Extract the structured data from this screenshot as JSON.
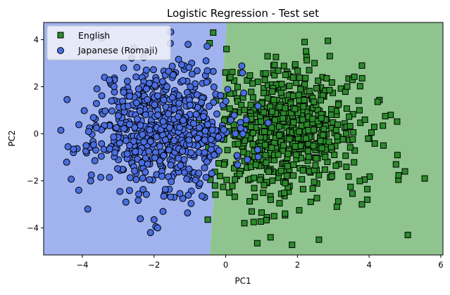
{
  "chart_data": {
    "type": "scatter",
    "title": "Logistic Regression - Test set",
    "xlabel": "PC1",
    "ylabel": "PC2",
    "xlim": [
      -5.08,
      6.06
    ],
    "ylim": [
      -5.15,
      4.73
    ],
    "xticks": [
      -4,
      -2,
      0,
      2,
      4,
      6
    ],
    "yticks": [
      -4,
      -2,
      0,
      2,
      4
    ],
    "grid": false,
    "legend_position": "top-left",
    "decision_boundary": {
      "x_at_top": 0.03,
      "x_at_bottom": -0.45
    },
    "regions": [
      {
        "label": "Japanese (Romaji)",
        "side": "left",
        "color": "#a0b3ee"
      },
      {
        "label": "English",
        "side": "right",
        "color": "#8fc48f"
      }
    ],
    "series": [
      {
        "name": "English",
        "marker": "square",
        "color": "#2b8a2b",
        "cluster": {
          "mean": [
            1.7,
            0.1
          ],
          "std": [
            1.0,
            1.35
          ],
          "n": 650,
          "seed": 7
        },
        "points": [
          [
            -0.35,
            4.3
          ],
          [
            -0.45,
            3.85
          ],
          [
            0.02,
            3.6
          ],
          [
            2.2,
            3.9
          ],
          [
            2.85,
            3.95
          ],
          [
            3.8,
            2.9
          ],
          [
            4.6,
            0.8
          ],
          [
            4.45,
            0.75
          ],
          [
            4.4,
            -0.5
          ],
          [
            4.75,
            -1.3
          ],
          [
            5.0,
            -1.6
          ],
          [
            5.55,
            -1.9
          ],
          [
            5.08,
            -4.3
          ],
          [
            3.95,
            -2.8
          ],
          [
            3.8,
            -3.0
          ],
          [
            3.95,
            -2.35
          ],
          [
            2.6,
            -4.5
          ],
          [
            1.85,
            -4.72
          ],
          [
            0.88,
            -4.65
          ],
          [
            1.25,
            -4.4
          ],
          [
            0.52,
            -3.8
          ],
          [
            0.78,
            -3.75
          ],
          [
            1.0,
            -3.35
          ],
          [
            1.15,
            -3.55
          ],
          [
            -0.5,
            -3.65
          ],
          [
            2.05,
            -3.25
          ],
          [
            1.35,
            -3.5
          ],
          [
            3.1,
            -3.1
          ],
          [
            0.1,
            -2.5
          ],
          [
            -0.3,
            -2.2
          ]
        ]
      },
      {
        "name": "Japanese (Romaji)",
        "marker": "circle",
        "color": "#4a6de0",
        "cluster": {
          "mean": [
            -1.75,
            0.3
          ],
          "std": [
            0.95,
            1.3
          ],
          "n": 650,
          "seed": 11
        },
        "points": [
          [
            -4.6,
            0.15
          ],
          [
            -4.4,
            -0.55
          ],
          [
            -4.25,
            -0.8
          ],
          [
            -4.1,
            -2.4
          ],
          [
            -3.85,
            -3.2
          ],
          [
            -3.75,
            -1.75
          ],
          [
            -3.8,
            0.25
          ],
          [
            -3.2,
            2.1
          ],
          [
            -2.85,
            2.8
          ],
          [
            -2.65,
            1.6
          ],
          [
            -2.1,
            -4.2
          ],
          [
            -2.0,
            -3.65
          ],
          [
            -1.95,
            -3.95
          ],
          [
            -1.9,
            -4.0
          ],
          [
            -1.75,
            -3.3
          ],
          [
            -1.2,
            -2.75
          ],
          [
            -2.25,
            2.5
          ],
          [
            -1.4,
            2.6
          ],
          [
            -0.95,
            3.0
          ],
          [
            -0.55,
            3.1
          ],
          [
            -0.35,
            2.65
          ],
          [
            -1.05,
            3.8
          ],
          [
            -1.25,
            2.2
          ],
          [
            -0.75,
            -2.2
          ],
          [
            -0.55,
            -1.85
          ]
        ]
      }
    ]
  }
}
